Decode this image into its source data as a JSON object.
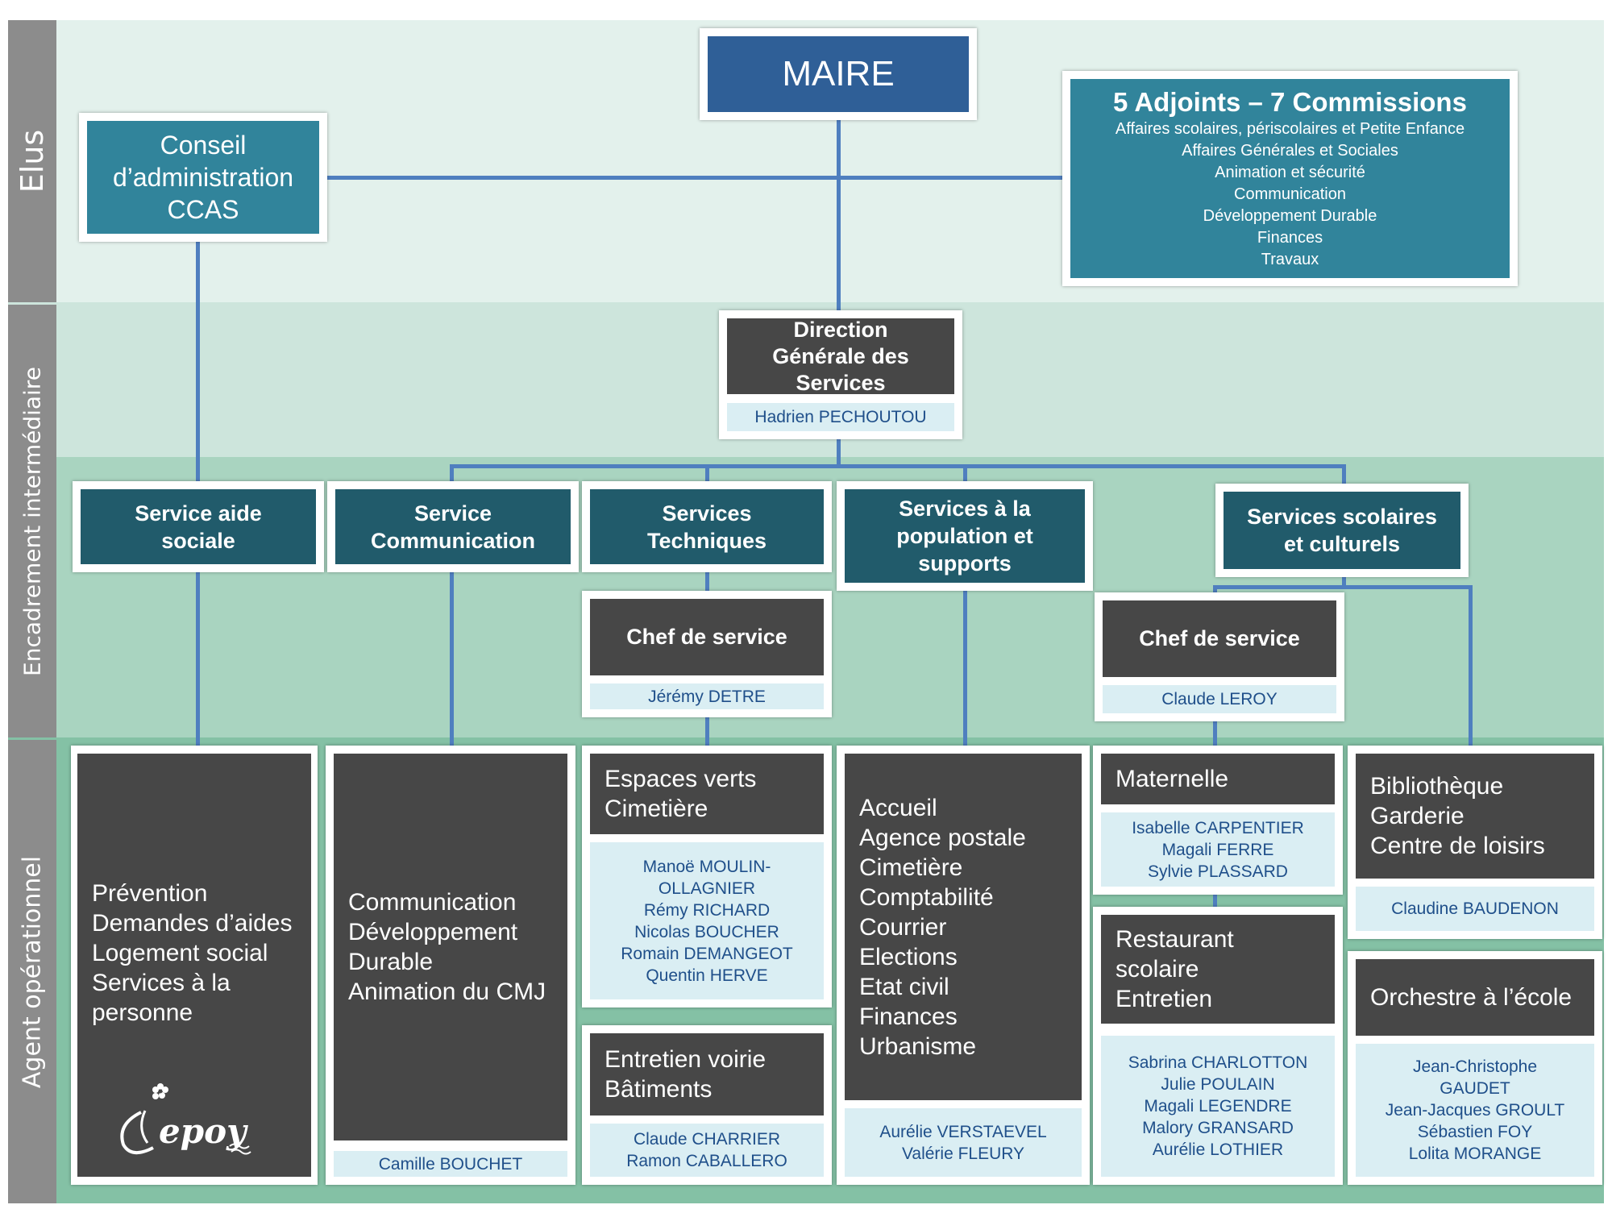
{
  "bands": {
    "elus": "Elus",
    "encadrement": "Encadrement intermédiaire",
    "agent": "Agent opérationnel"
  },
  "maire": "MAIRE",
  "conseil": [
    "Conseil",
    "d’administration",
    "CCAS"
  ],
  "adjoints": {
    "title": "5 Adjoints – 7 Commissions",
    "items": [
      "Affaires scolaires, périscolaires et Petite Enfance",
      "Affaires Générales et Sociales",
      "Animation et sécurité",
      "Communication",
      "Développement Durable",
      "Finances",
      "Travaux"
    ]
  },
  "direction": {
    "title": [
      "Direction",
      "Générale des",
      "Services"
    ],
    "person": "Hadrien PECHOUTOU"
  },
  "services": {
    "aide": [
      "Service aide",
      "sociale"
    ],
    "communication": [
      "Service",
      "Communication"
    ],
    "techniques": [
      "Services",
      "Techniques"
    ],
    "population": [
      "Services à la",
      "population et",
      "supports"
    ],
    "scolaires": [
      "Services scolaires",
      "et culturels"
    ]
  },
  "chefs": {
    "techniques": {
      "title": "Chef de service",
      "person": "Jérémy DETRE"
    },
    "scolaires": {
      "title": "Chef de service",
      "person": "Claude LEROY"
    }
  },
  "units": {
    "aide": {
      "lines": [
        "Prévention",
        "Demandes d’aides",
        "Logement social",
        "Services à la",
        "personne"
      ]
    },
    "communication": {
      "lines": [
        "Communication",
        "Développement",
        "Durable",
        "Animation du CMJ"
      ],
      "people": [
        "Camille BOUCHET"
      ]
    },
    "espaces": {
      "lines": [
        "Espaces verts",
        "Cimetière"
      ],
      "people": [
        "Manoë MOULIN-",
        "OLLAGNIER",
        "Rémy RICHARD",
        "Nicolas BOUCHER",
        "Romain DEMANGEOT",
        "Quentin HERVE"
      ]
    },
    "voirie": {
      "lines": [
        "Entretien voirie",
        "Bâtiments"
      ],
      "people": [
        "Claude CHARRIER",
        "Ramon CABALLERO"
      ]
    },
    "accueil": {
      "lines": [
        "Accueil",
        "Agence postale",
        "Cimetière",
        "Comptabilité",
        "Courrier",
        "Elections",
        "Etat civil",
        "Finances",
        "Urbanisme"
      ],
      "people": [
        "Aurélie VERSTAEVEL",
        "Valérie FLEURY"
      ]
    },
    "maternelle": {
      "lines": [
        "Maternelle"
      ],
      "people": [
        "Isabelle CARPENTIER",
        "Magali FERRE",
        "Sylvie PLASSARD"
      ]
    },
    "restaurant": {
      "lines": [
        "Restaurant",
        "scolaire",
        "Entretien"
      ],
      "people": [
        "Sabrina CHARLOTTON",
        "Julie POULAIN",
        "Magali LEGENDRE",
        "Malory GRANSARD",
        "Aurélie LOTHIER"
      ]
    },
    "biblio": {
      "lines": [
        "Bibliothèque",
        "Garderie",
        "Centre de loisirs"
      ],
      "people": [
        "Claudine BAUDENON"
      ]
    },
    "orchestre": {
      "lines": [
        "Orchestre à l’école"
      ],
      "people": [
        "Jean-Christophe",
        "GAUDET",
        "Jean-Jacques GROULT",
        "Sébastien FOY",
        "Lolita MORANGE"
      ]
    }
  },
  "logo": "Cepoy",
  "colors": {
    "maire": "#2f5f97",
    "elus_box": "#31849b",
    "service": "#215b6b",
    "dark_box": "#474747",
    "name_box": "#daeef3",
    "name_text": "#1f4f8a",
    "connector": "#4f7fbf",
    "band_elus": "#e3f1ec",
    "band_encadrement": "#cde5dc",
    "band_services": "#a9d4c0",
    "band_agent": "#84c1a5",
    "side_label": "#8c8c8c"
  }
}
